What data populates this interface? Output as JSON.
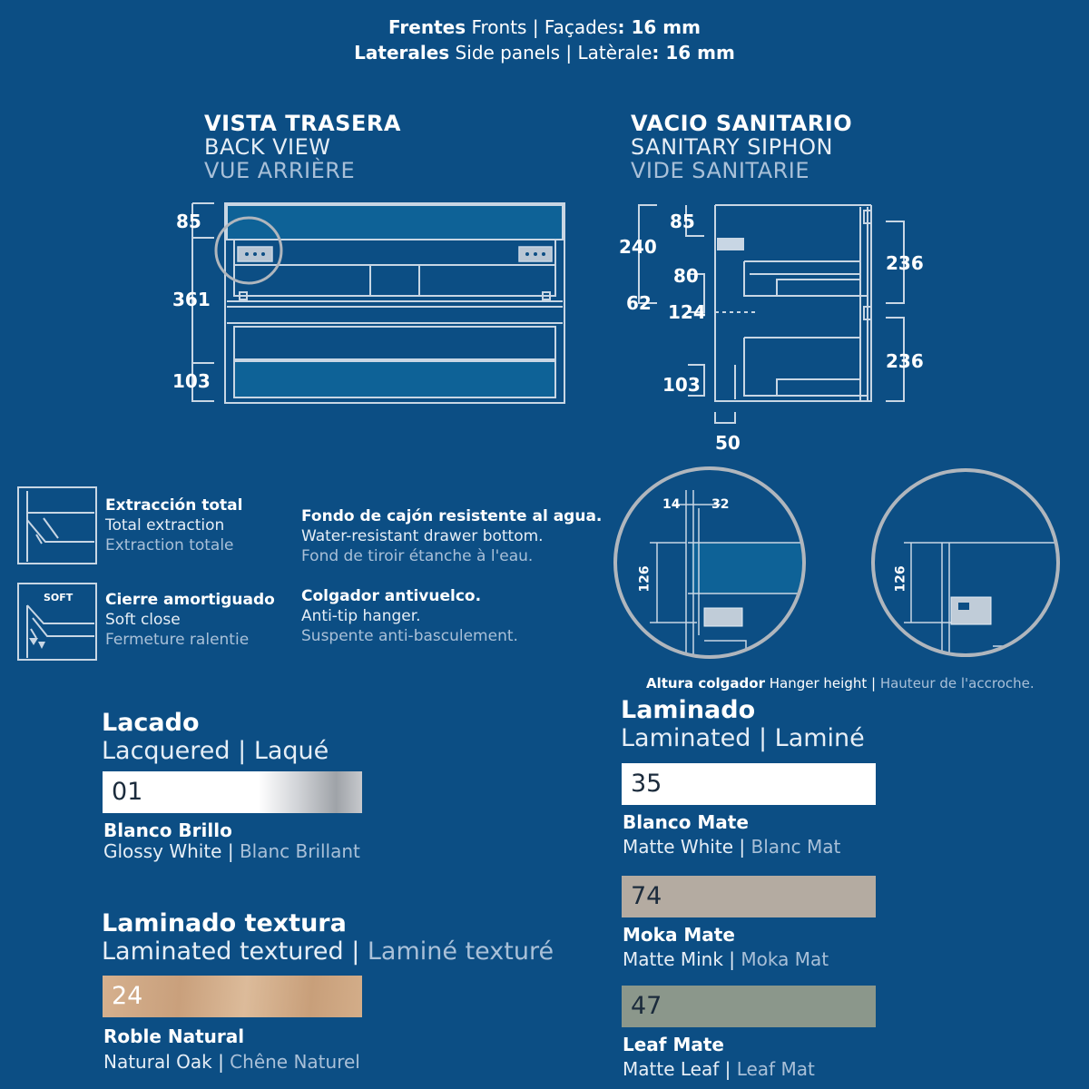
{
  "header": {
    "line1": {
      "a": "Frentes",
      "b": " Fronts | Façades",
      "c": ": 16 mm"
    },
    "line2": {
      "a": "Laterales",
      "b": " Side panels | Latèrale",
      "c": ": 16 mm"
    }
  },
  "back_view": {
    "title": [
      "VISTA TRASERA",
      "BACK VIEW",
      "VUE ARRIÈRE"
    ],
    "dims": [
      "85",
      "361",
      "103"
    ]
  },
  "siphon_view": {
    "title": [
      "VACIO SANITARIO",
      "SANITARY SIPHON",
      "VIDE SANITARIE"
    ],
    "dims_left": [
      "240",
      "85",
      "80",
      "62",
      "124",
      "103"
    ],
    "dims_right": [
      "236",
      "236"
    ],
    "dim_bottom": "50"
  },
  "details": {
    "left": {
      "d1": "14",
      "d2": "32",
      "d3": "126"
    },
    "right": {
      "d3": "126"
    },
    "caption": {
      "a": "Altura colgador",
      "b": " Hanger height | ",
      "c": "Hauteur de l'accroche."
    }
  },
  "features": [
    {
      "icon": "full-extraction-icon",
      "t": "Extracción total",
      "s": "Total extraction",
      "s2": "Extraction totale"
    },
    {
      "icon": "soft-close-icon",
      "icon_label": "SOFT",
      "t": "Cierre amortiguado",
      "s": "Soft close",
      "s2": "Fermeture ralentie"
    },
    {
      "t": "Fondo de cajón resistente al agua.",
      "s": "Water-resistant drawer bottom.",
      "s2": "Fond de tiroir étanche à l'eau."
    },
    {
      "t": "Colgador antivuelco.",
      "s": "Anti-tip hanger.",
      "s2": "Suspente anti-basculement."
    }
  ],
  "lacado": {
    "title": "Lacado",
    "sub": "Lacquered | Laqué",
    "items": [
      {
        "code": "01",
        "name": "Blanco Brillo",
        "sub_a": "Glossy White | ",
        "sub_b": "Blanc Brillant"
      }
    ]
  },
  "lam_textura": {
    "title": "Laminado textura",
    "sub_a": "Laminated textured | ",
    "sub_b": "Laminé texturé",
    "items": [
      {
        "code": "24",
        "name": "Roble Natural",
        "sub_a": "Natural Oak | ",
        "sub_b": "Chêne Naturel"
      }
    ]
  },
  "laminado": {
    "title": "Laminado",
    "sub": "Laminated | Laminé",
    "items": [
      {
        "code": "35",
        "name": "Blanco Mate",
        "sub_a": "Matte White | ",
        "sub_b": "Blanc Mat",
        "color": "#ffffff"
      },
      {
        "code": "74",
        "name": "Moka Mate",
        "sub_a": "Matte Mink | ",
        "sub_b": "Moka Mat",
        "color": "#b4aba1"
      },
      {
        "code": "47",
        "name": "Leaf Mate",
        "sub_a": "Matte Leaf | ",
        "sub_b": "Leaf Mat",
        "color": "#8b978b"
      }
    ]
  },
  "colors": {
    "background": "#0c4e84",
    "panel_fill": "#0e6297",
    "line": "#c8d6e4"
  }
}
